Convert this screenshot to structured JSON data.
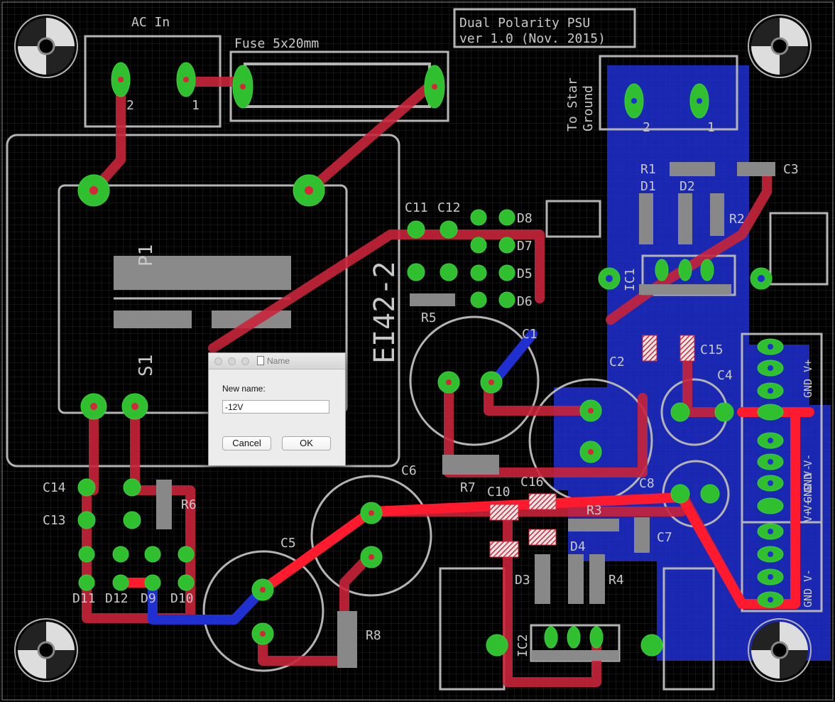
{
  "board": {
    "title_line1": "Dual Polarity PSU",
    "title_line2": "ver 1.0 (Nov. 2015)",
    "labels": {
      "ac_in": "AC In",
      "fuse": "Fuse 5x20mm",
      "star_ground_1": "To Star",
      "star_ground_2": "Ground",
      "transformer": "EI42-2",
      "p1": "P1",
      "s1": "S1",
      "s2": "2",
      "r1": "R1",
      "r2": "R2",
      "r3": "R3",
      "r4": "R4",
      "r5": "R5",
      "r6": "R6",
      "r7": "R7",
      "r8": "R8",
      "c1": "C1",
      "c2": "C2",
      "c3": "C3",
      "c4": "C4",
      "c5": "C5",
      "c6": "C6",
      "c7": "C7",
      "c8": "C8",
      "c10": "C10",
      "c11": "C11",
      "c12": "C12",
      "c13": "C13",
      "c14": "C14",
      "c15": "C15",
      "c16": "C16",
      "d1": "D1",
      "d2": "D2",
      "d3": "D3",
      "d4": "D4",
      "d5": "D5",
      "d6": "D6",
      "d7": "D7",
      "d8": "D8",
      "d9": "D9",
      "d10": "D10",
      "d11": "D11",
      "d12": "D12",
      "ic1": "IC1",
      "ic2": "IC2",
      "pin_1": "1",
      "pin_2": "2",
      "out1": "GND V+",
      "out2": "V+ GND V-",
      "out3": "V+ GND V-",
      "out4": "GND V-"
    },
    "colors": {
      "background": "#000000",
      "grid": "#1e1e1e",
      "top_copper": "#d7263a",
      "bottom_copper": "#1f2fd0",
      "pad": "#2fbf2f",
      "silkscreen": "#b4b4b4"
    }
  },
  "dialog": {
    "title": "Name",
    "field_label": "New name:",
    "field_value": "-12V",
    "cancel_label": "Cancel",
    "ok_label": "OK"
  }
}
